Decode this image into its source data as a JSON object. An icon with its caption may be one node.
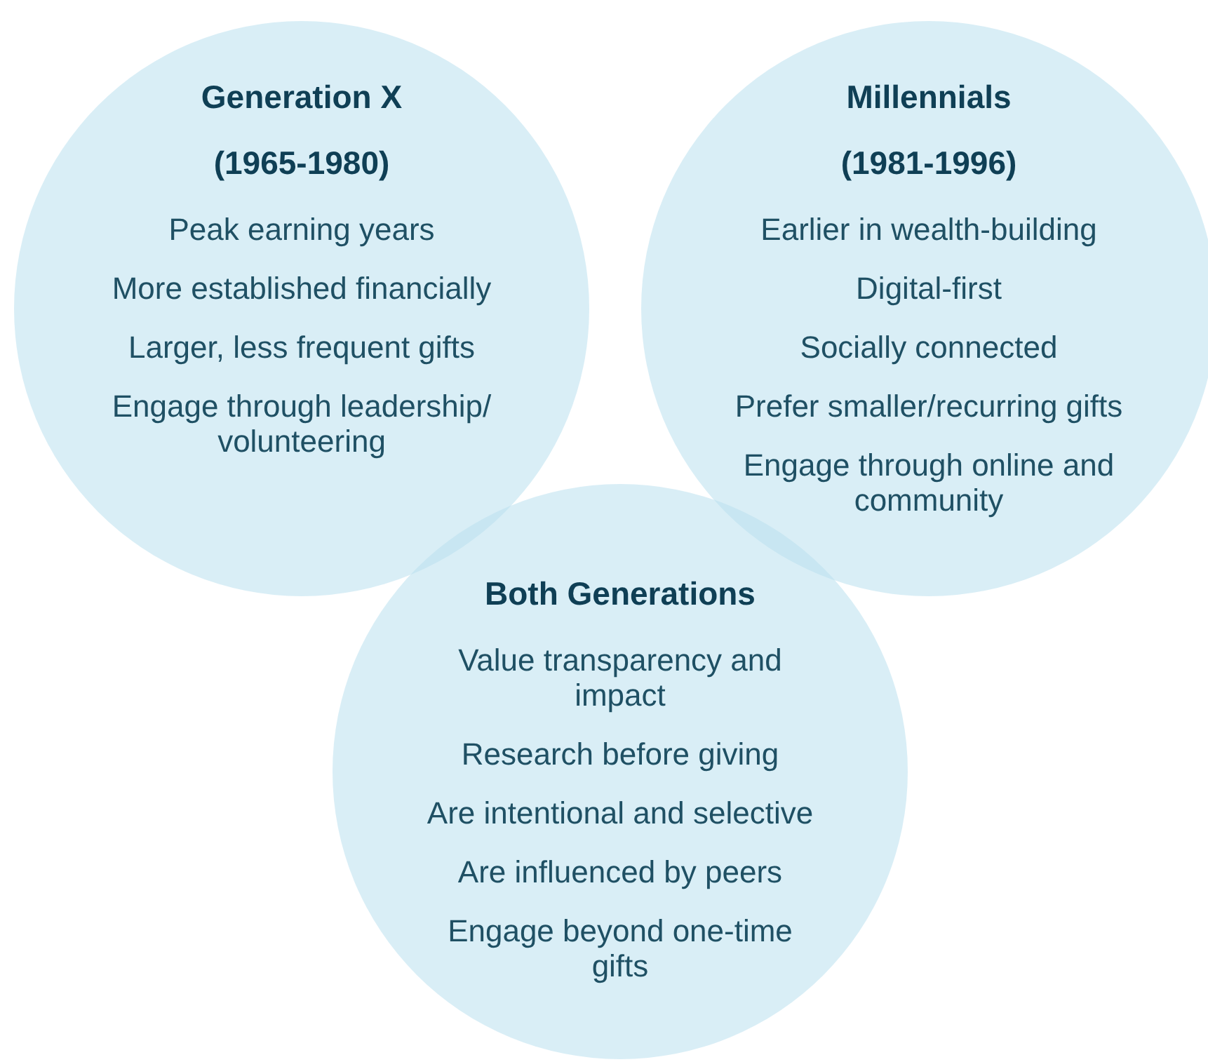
{
  "diagram": {
    "nodes": [
      {
        "text": [
          "Generation X",
          "(1965-1980)",
          "Peak earning years",
          "More established financially",
          "Larger, less frequent gifts",
          "Engage through leadership/ volunteering"
        ]
      },
      {
        "text": [
          "Millennials",
          "(1981-1996)",
          "Earlier in wealth-building",
          "Digital-first",
          "Socially connected",
          "Prefer smaller/recurring gifts",
          "Engage through online and community"
        ]
      },
      {
        "text": [
          "Both Generations",
          "Value transparency and impact",
          "Research before giving",
          "Are intentional and selective",
          "Are influenced by peers",
          "Engage beyond one-time gifts"
        ]
      }
    ]
  }
}
